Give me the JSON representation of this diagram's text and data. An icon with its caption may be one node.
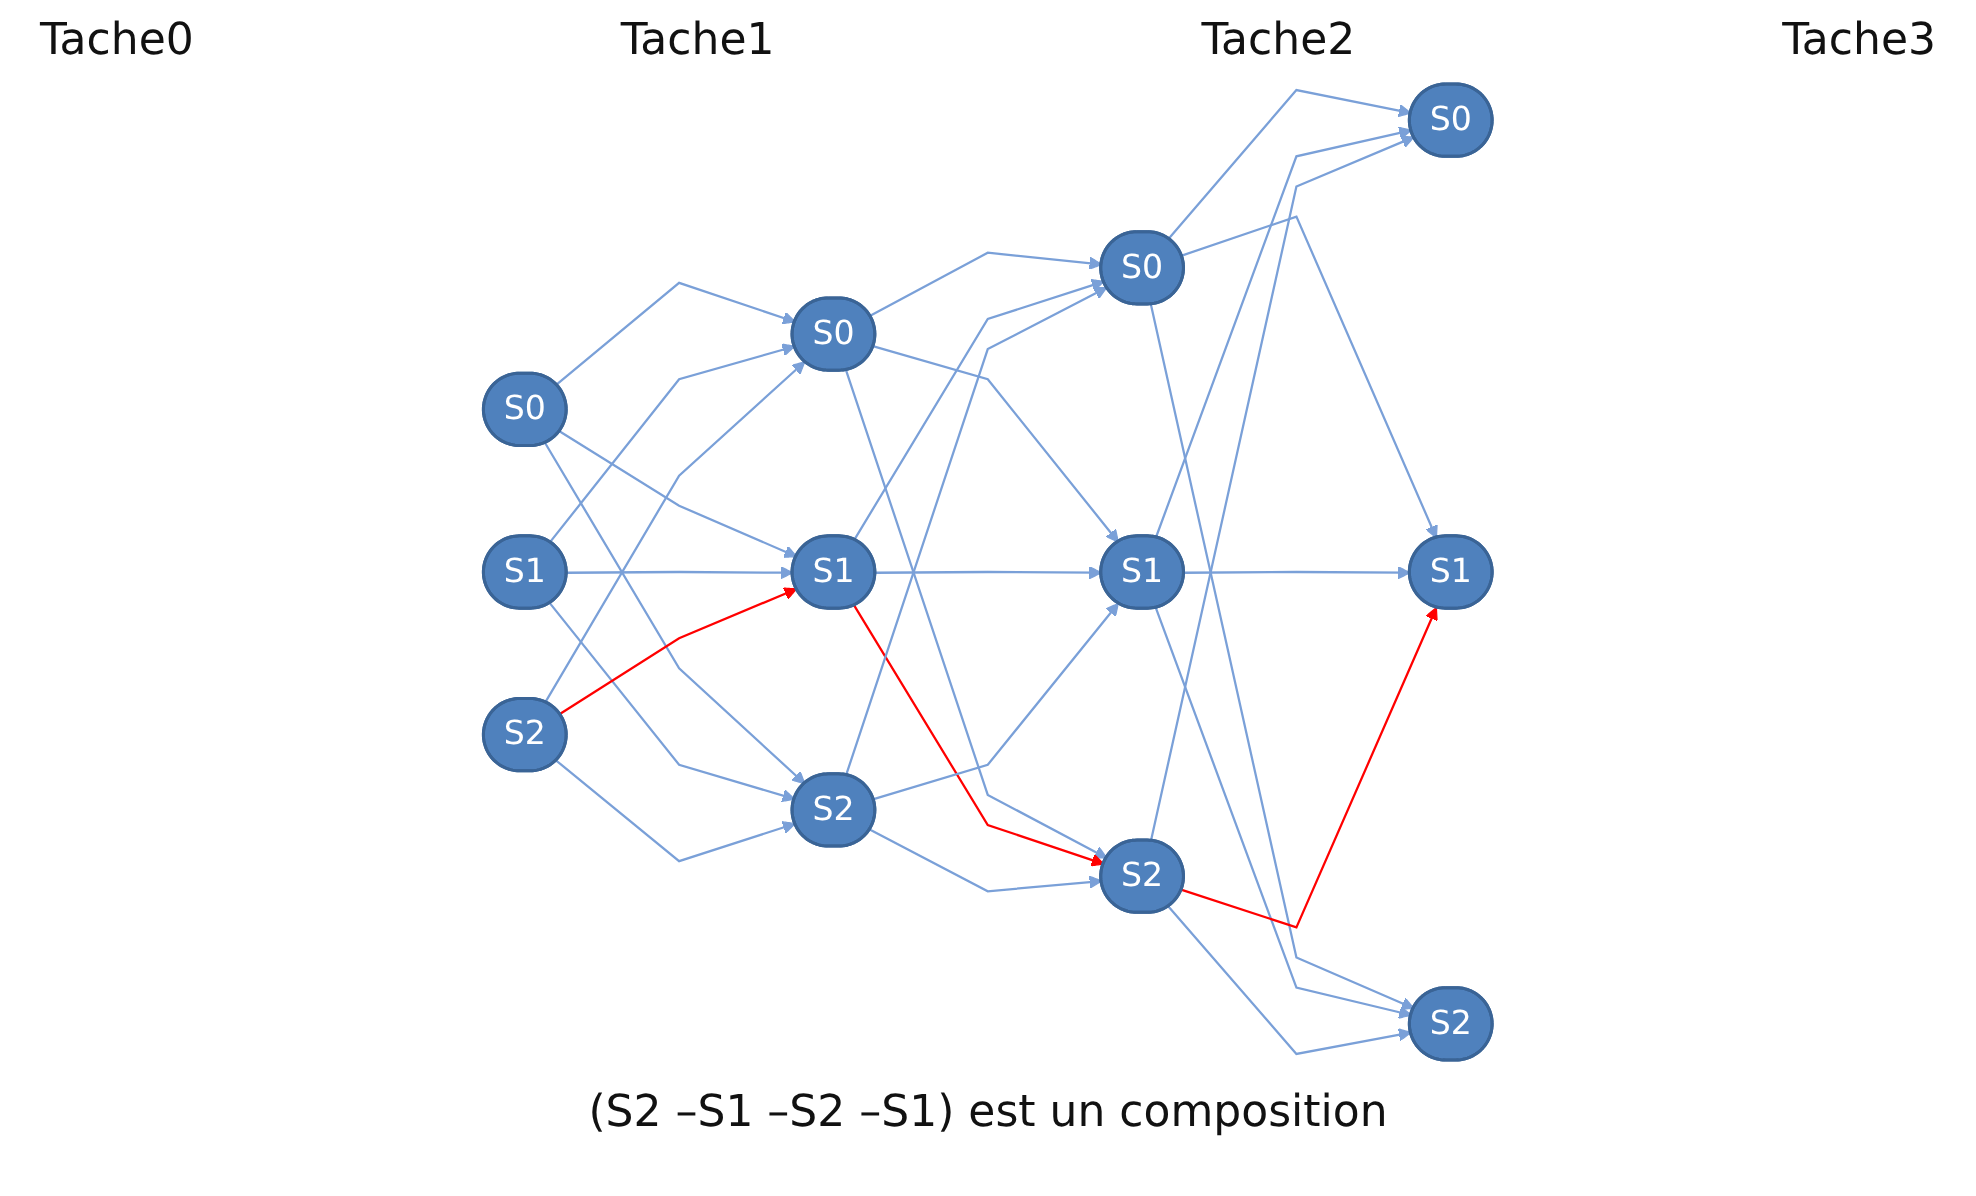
{
  "diagram": {
    "caption": "(S2 –S1 –S2 –S1) est un composition",
    "nodes": [
      {
        "text": [
          "S0"
        ]
      },
      {
        "text": [
          "S1"
        ]
      },
      {
        "text": [
          "S2"
        ]
      },
      {
        "text": [
          "S0"
        ]
      },
      {
        "text": [
          "S1"
        ]
      },
      {
        "text": [
          "S2"
        ]
      },
      {
        "text": [
          "S0"
        ]
      },
      {
        "text": [
          "S1"
        ]
      },
      {
        "text": [
          "S2"
        ]
      },
      {
        "text": [
          "S0"
        ]
      },
      {
        "text": [
          "S1"
        ]
      },
      {
        "text": [
          "S2"
        ]
      }
    ],
    "edges": [
      {
        "from": 0,
        "to": 3,
        "arrow": "to"
      },
      {
        "from": 0,
        "to": 4,
        "arrow": "to"
      },
      {
        "from": 0,
        "to": 5,
        "arrow": "to"
      },
      {
        "from": 1,
        "to": 3,
        "arrow": "to"
      },
      {
        "from": 1,
        "to": 4,
        "arrow": "to"
      },
      {
        "from": 1,
        "to": 5,
        "arrow": "to"
      },
      {
        "from": 2,
        "to": 3,
        "arrow": "to"
      },
      {
        "from": 2,
        "to": 4,
        "arrow": "to",
        "color": "#ff0000"
      },
      {
        "from": 2,
        "to": 5,
        "arrow": "to"
      },
      {
        "from": 3,
        "to": 6,
        "arrow": "to"
      },
      {
        "from": 3,
        "to": 7,
        "arrow": "to"
      },
      {
        "from": 3,
        "to": 8,
        "arrow": "to"
      },
      {
        "from": 4,
        "to": 6,
        "arrow": "to"
      },
      {
        "from": 4,
        "to": 7,
        "arrow": "to"
      },
      {
        "from": 4,
        "to": 8,
        "arrow": "to",
        "color": "#ff0000"
      },
      {
        "from": 5,
        "to": 6,
        "arrow": "to"
      },
      {
        "from": 5,
        "to": 7,
        "arrow": "to"
      },
      {
        "from": 5,
        "to": 8,
        "arrow": "to"
      },
      {
        "from": 6,
        "to": 9,
        "arrow": "to"
      },
      {
        "from": 6,
        "to": 10,
        "arrow": "to"
      },
      {
        "from": 6,
        "to": 11,
        "arrow": "to"
      },
      {
        "from": 7,
        "to": 9,
        "arrow": "to"
      },
      {
        "from": 7,
        "to": 10,
        "arrow": "to"
      },
      {
        "from": 7,
        "to": 11,
        "arrow": "to"
      },
      {
        "from": 8,
        "to": 9,
        "arrow": "to"
      },
      {
        "from": 8,
        "to": 10,
        "arrow": "to",
        "color": "#ff0000"
      },
      {
        "from": 8,
        "to": 11,
        "arrow": "to"
      }
    ],
    "labels": [
      "Tache0",
      "Tache1",
      "Tache2",
      "Tache3"
    ]
  }
}
